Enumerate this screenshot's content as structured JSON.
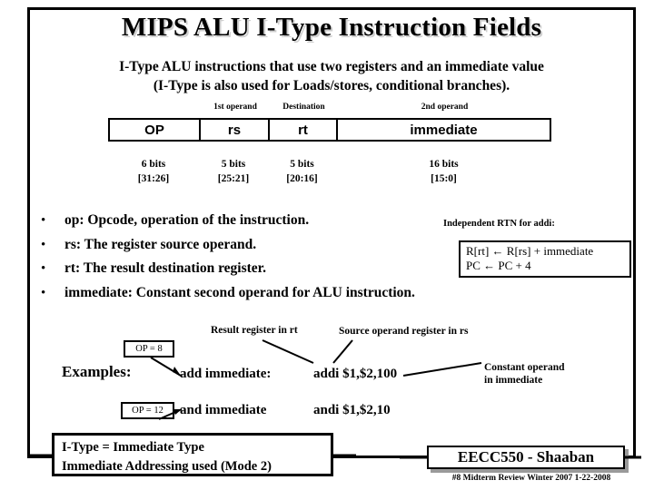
{
  "slide": {
    "title": "MIPS ALU I-Type Instruction Fields",
    "subtitle_line1": "I-Type ALU instructions that use two registers and an immediate value",
    "subtitle_line2": "(I-Type is also used for Loads/stores, conditional branches)."
  },
  "field_table": {
    "labels": [
      {
        "text": "1st operand"
      },
      {
        "text": "Destination"
      },
      {
        "text": "2nd operand"
      }
    ],
    "cells": [
      {
        "name": "OP",
        "bits": "6 bits",
        "range": "[31:26]"
      },
      {
        "name": "rs",
        "bits": "5 bits",
        "range": "[25:21]"
      },
      {
        "name": "rt",
        "bits": "5 bits",
        "range": "[20:16]"
      },
      {
        "name": "immediate",
        "bits": "16  bits",
        "range": "[15:0]"
      }
    ]
  },
  "bullets": [
    {
      "dot": "•",
      "text": "op: Opcode, operation of the instruction."
    },
    {
      "dot": "•",
      "text": "rs: The register source operand."
    },
    {
      "dot": "•",
      "text": "rt: The result destination register."
    },
    {
      "dot": "•",
      "text": "immediate:  Constant second operand for ALU instruction."
    }
  ],
  "rtn": {
    "caption": "Independent RTN for addi:",
    "line1_lhs": "R[rt]",
    "line1_arrow": "←",
    "line1_rhs": "R[rs] + immediate",
    "line2_lhs": "PC",
    "line2_arrow": "←",
    "line2_rhs": "PC + 4"
  },
  "examples": {
    "heading": "Examples:",
    "rows": [
      {
        "opcode_box": "OP = 8",
        "name": "add immediate:",
        "code": "addi $1,$2,100"
      },
      {
        "opcode_box": "OP = 12",
        "name": "and immediate",
        "code": "andi $1,$2,10"
      }
    ],
    "annotations": [
      {
        "text": "Result register in rt"
      },
      {
        "text": "Source operand register in rs"
      },
      {
        "text_line1": "Constant operand",
        "text_line2": "in immediate"
      }
    ]
  },
  "definition_box": {
    "line1": "I-Type =  Immediate Type",
    "line2": "Immediate Addressing used (Mode 2)"
  },
  "footer": {
    "course": "EECC550 - Shaaban",
    "note": "#8   Midterm Review   Winter 2007  1-22-2008"
  },
  "colors": {
    "ink": "#000000",
    "paper": "#ffffff",
    "title_shadow": "#cfcfcf",
    "footer_shadow": "#9a9a9a"
  }
}
